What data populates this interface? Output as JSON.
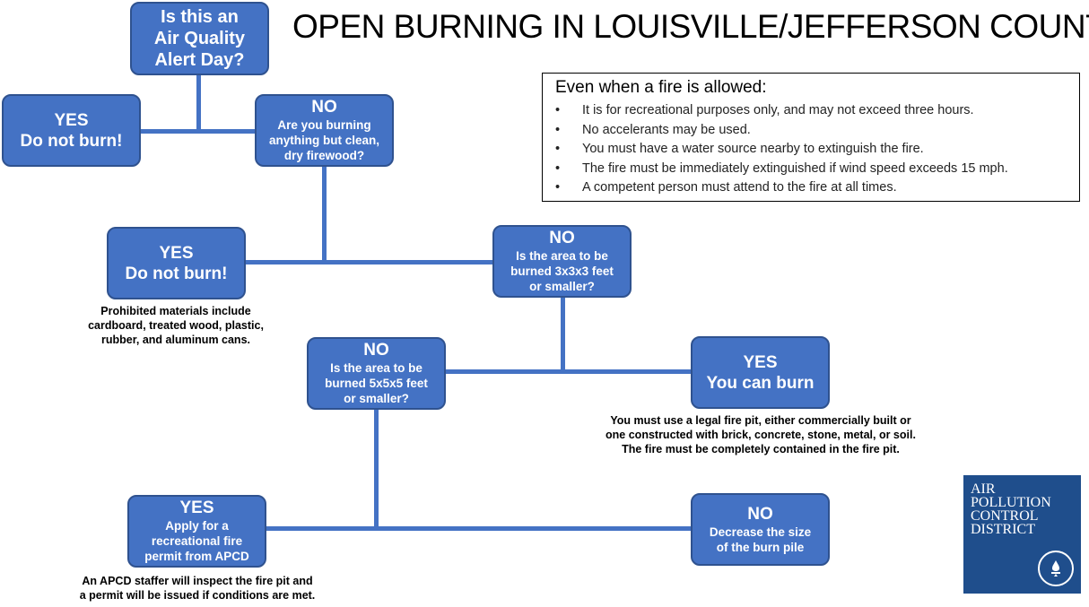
{
  "title": "OPEN BURNING IN LOUISVILLE/JEFFERSON COUNTY",
  "q1": {
    "text_lines": [
      "Is this an",
      "Air Quality",
      "Alert Day?"
    ]
  },
  "yes1": {
    "head": "YES",
    "text": "Do not burn!"
  },
  "no1": {
    "head": "NO",
    "lines": [
      "Are you burning",
      "anything but clean,",
      "dry firewood?"
    ]
  },
  "yes2": {
    "head": "YES",
    "text": "Do not burn!",
    "note_lines": [
      "Prohibited materials include",
      "cardboard, treated wood, plastic,",
      "rubber, and aluminum cans."
    ]
  },
  "no2": {
    "head": "NO",
    "lines": [
      "Is the area to be",
      "burned 3x3x3 feet",
      "or smaller?"
    ]
  },
  "no3": {
    "head": "NO",
    "lines": [
      "Is the area to be",
      "burned 5x5x5 feet",
      "or smaller?"
    ]
  },
  "yes3": {
    "head": "YES",
    "text": "You can burn",
    "note_lines": [
      "You must use a legal fire pit, either commercially built or",
      "one constructed with brick, concrete, stone, metal, or soil.",
      "The fire must be completely contained in the fire pit."
    ]
  },
  "yes4": {
    "head": "YES",
    "lines": [
      "Apply for a",
      "recreational fire",
      "permit from APCD"
    ],
    "note_lines": [
      "An APCD staffer will inspect the fire pit and",
      "a permit will be issued if conditions are met."
    ]
  },
  "no4": {
    "head": "NO",
    "lines": [
      "Decrease the size",
      "of the burn pile"
    ]
  },
  "info": {
    "heading": "Even when a fire is allowed:",
    "items": [
      "It is for recreational purposes only, and may not exceed three hours.",
      "No accelerants may be used.",
      "You must have a water source nearby to extinguish the fire.",
      "The fire must be immediately extinguished if wind speed exceeds 15 mph.",
      "A competent person must attend to the fire at all times."
    ]
  },
  "logo": {
    "lines": [
      "AIR",
      "POLLUTION",
      "CONTROL",
      "DISTRICT"
    ]
  },
  "colors": {
    "box": "#4472C4",
    "box_border": "#2F528F",
    "logo_bg": "#1F4E8C"
  }
}
